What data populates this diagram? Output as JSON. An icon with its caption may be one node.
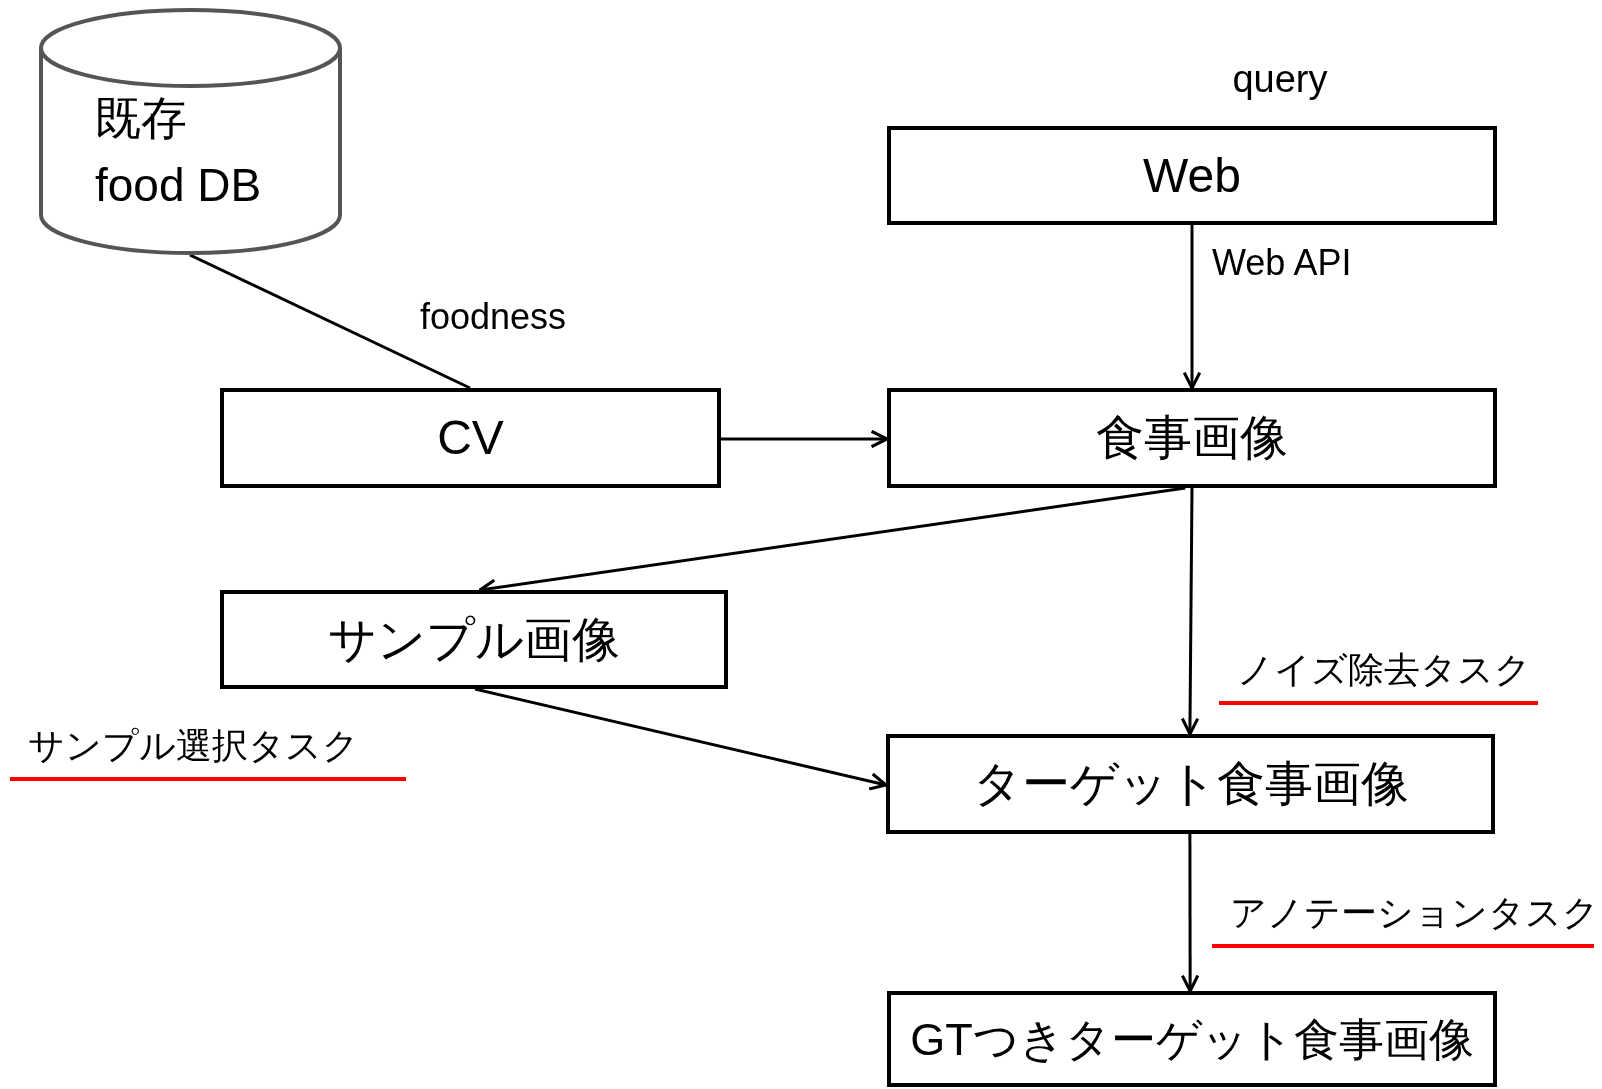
{
  "diagram": {
    "nodes": [
      {
        "text": [
          "既存 food DB"
        ]
      },
      {
        "text": [
          "Web"
        ],
        "beside": [
          "query"
        ]
      },
      {
        "text": [
          "CV"
        ]
      },
      {
        "text": [
          "食事画像"
        ]
      },
      {
        "text": [
          "サンプル画像"
        ]
      },
      {
        "text": [
          "ターゲット食事画像"
        ]
      },
      {
        "text": [
          "GTつきターゲット食事画像"
        ]
      }
    ],
    "edges": [
      {
        "from": 0,
        "to": 2,
        "arrow": "none",
        "label": "foodness"
      },
      {
        "from": 2,
        "to": 3,
        "arrow": "to"
      },
      {
        "from": 1,
        "to": 3,
        "arrow": "to",
        "label": "Web API"
      },
      {
        "from": 3,
        "to": 4,
        "arrow": "to"
      },
      {
        "from": 3,
        "to": 5,
        "arrow": "to",
        "label": "ノイズ除去タスク"
      },
      {
        "from": 4,
        "to": 5,
        "arrow": "to",
        "label": "サンプル選択タスク"
      },
      {
        "from": 5,
        "to": 6,
        "arrow": "to",
        "label": "アノテーションタスク"
      }
    ]
  }
}
